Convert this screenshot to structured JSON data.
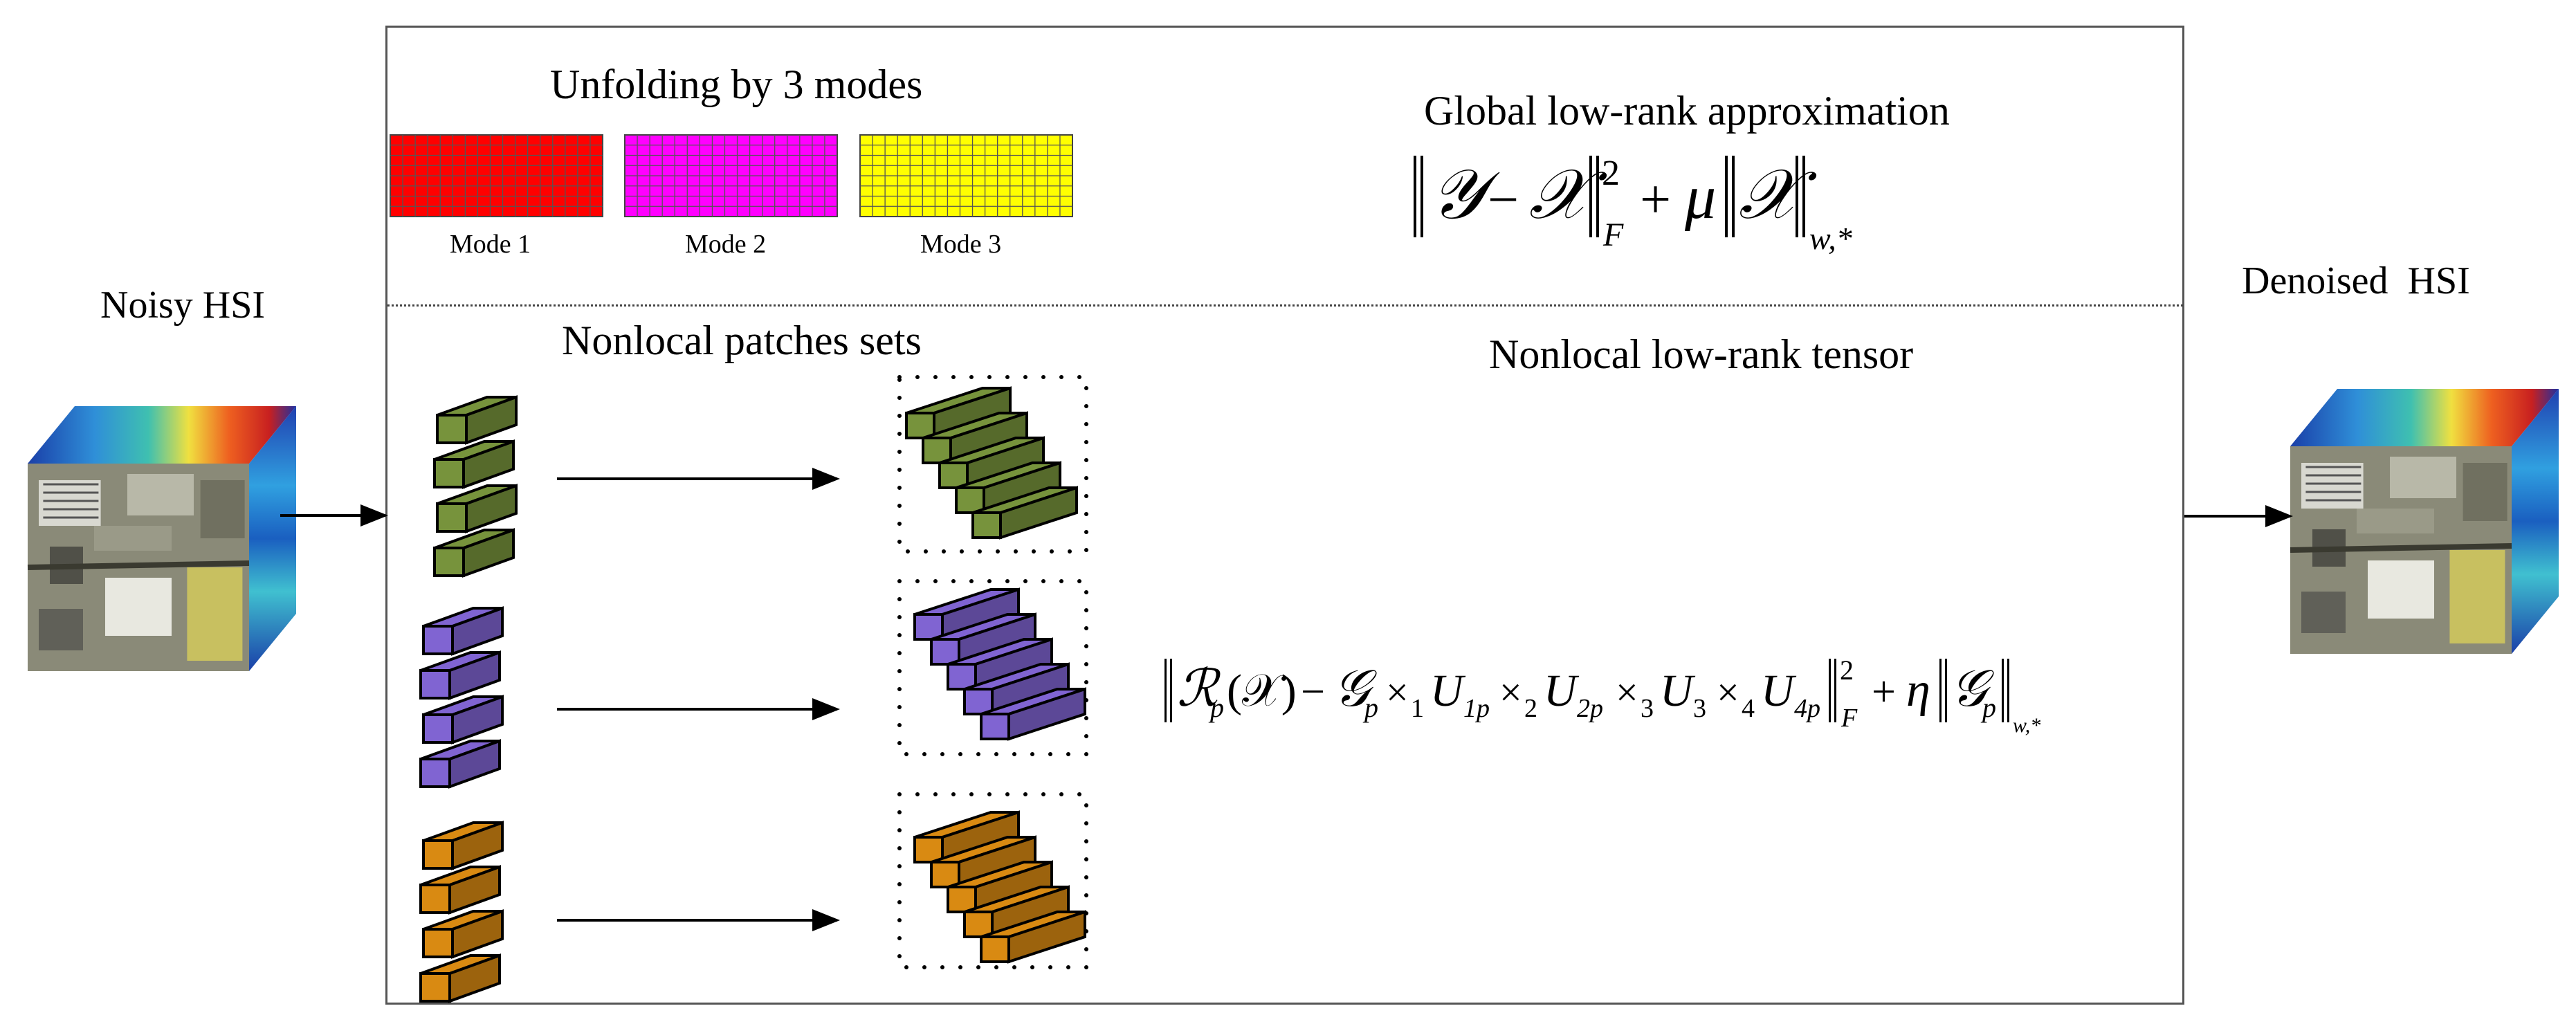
{
  "labels": {
    "noisy": "Noisy HSI",
    "denoised": "Denoised  HSI",
    "unfolding_title": "Unfolding by 3 modes",
    "modes": [
      "Mode 1",
      "Mode 2",
      "Mode 3"
    ],
    "global_title": "Global low-rank approximation",
    "nonlocal_sets": "Nonlocal patches sets",
    "nonlocal_tensor": "Nonlocal low-rank tensor"
  },
  "colors": {
    "mode1": "#ff0000",
    "mode2": "#ff00ff",
    "mode3": "#ffff00",
    "green_patch": "#77933c",
    "purple_patch": "#8064d2",
    "orange_patch": "#d98a12"
  },
  "equations": {
    "global": {
      "Y": "𝒴",
      "minus": "−",
      "X": "𝒳",
      "sup_F": "2",
      "sub_F": "F",
      "plus": "+",
      "mu": "μ",
      "sub_w": "w,*"
    },
    "nonlocal": {
      "R": "ℛ",
      "p": "p",
      "X": "(𝒳)",
      "minus": "−",
      "G": "𝒢",
      "times1": "×",
      "t1": "1",
      "U1": "U",
      "s1": "1p",
      "times2": "×",
      "t2": "2",
      "U2": "U",
      "s2": "2p",
      "times3": "×",
      "t3": "3",
      "U3": "U",
      "s3": "3",
      "times4": "×",
      "t4": "4",
      "U4": "U",
      "s4": "4p",
      "sup2": "2",
      "subF": "F",
      "plus": "+",
      "eta": "η",
      "G2": "𝒢",
      "p2": "p",
      "subw": "w,*"
    }
  }
}
